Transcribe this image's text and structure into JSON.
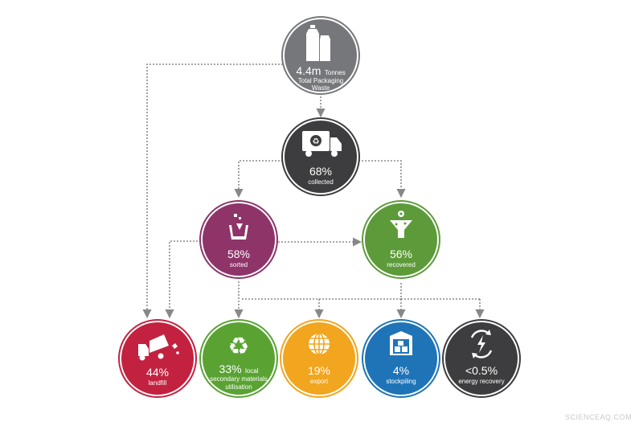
{
  "nodes": {
    "total": {
      "value": "4.4m",
      "unit": "Tonnes",
      "label1": "Total Packaging",
      "label2": "Waste",
      "color": "#76777a",
      "icon": "bottle-carton-icon"
    },
    "collected": {
      "value": "68%",
      "label": "collected",
      "color": "#3d3d3f",
      "icon": "recycling-truck-icon"
    },
    "sorted": {
      "value": "58%",
      "label": "sorted",
      "color": "#8e3469",
      "icon": "sorting-bin-icon"
    },
    "recovered": {
      "value": "56%",
      "label": "recovered",
      "color": "#5d9b3a",
      "icon": "filter-funnel-icon"
    },
    "landfill": {
      "value": "44%",
      "label": "landfill",
      "color": "#c2223f",
      "icon": "dump-truck-icon"
    },
    "local": {
      "value": "33%",
      "suffix": "local",
      "label1": "secondary materials",
      "label2": "utilisation",
      "color": "#5aa333",
      "icon": "recycle-icon"
    },
    "export": {
      "value": "19%",
      "label": "export",
      "color": "#f2a51e",
      "icon": "globe-icon"
    },
    "stockpiling": {
      "value": "4%",
      "label": "stockpiling",
      "color": "#1f74b8",
      "icon": "warehouse-icon"
    },
    "energy": {
      "value": "<0.5%",
      "label": "energy recovery",
      "color": "#3d3d3f",
      "icon": "energy-recovery-icon"
    }
  },
  "watermark": "SCIENCEAQ.COM"
}
